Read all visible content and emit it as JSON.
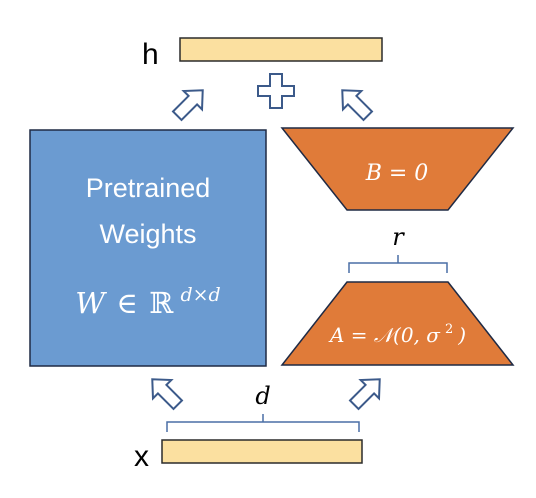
{
  "labels": {
    "h": "h",
    "x": "x",
    "d": "d",
    "r": "r"
  },
  "pretrained": {
    "line1": "Pretrained",
    "line2": "Weights",
    "formula_w": "W",
    "formula_in": "∈",
    "formula_r": "ℝ",
    "formula_sup": "d×d"
  },
  "matrix_b": {
    "formula": "B = 0"
  },
  "matrix_a": {
    "formula_main": "A = 𝒩(0, σ",
    "formula_sup": "2",
    "formula_end": ")"
  },
  "plus_symbol": "+",
  "colors": {
    "pretrained_fill": "#6b9bd1",
    "pretrained_stroke": "#1f2a44",
    "trapezoid_fill": "#e07b39",
    "trapezoid_stroke": "#1f2a44",
    "vector_fill": "#fbe0a0",
    "vector_stroke": "#2b2b2b",
    "arrow_stroke": "#3c5a8a",
    "brace_stroke": "#4a6fa5"
  }
}
